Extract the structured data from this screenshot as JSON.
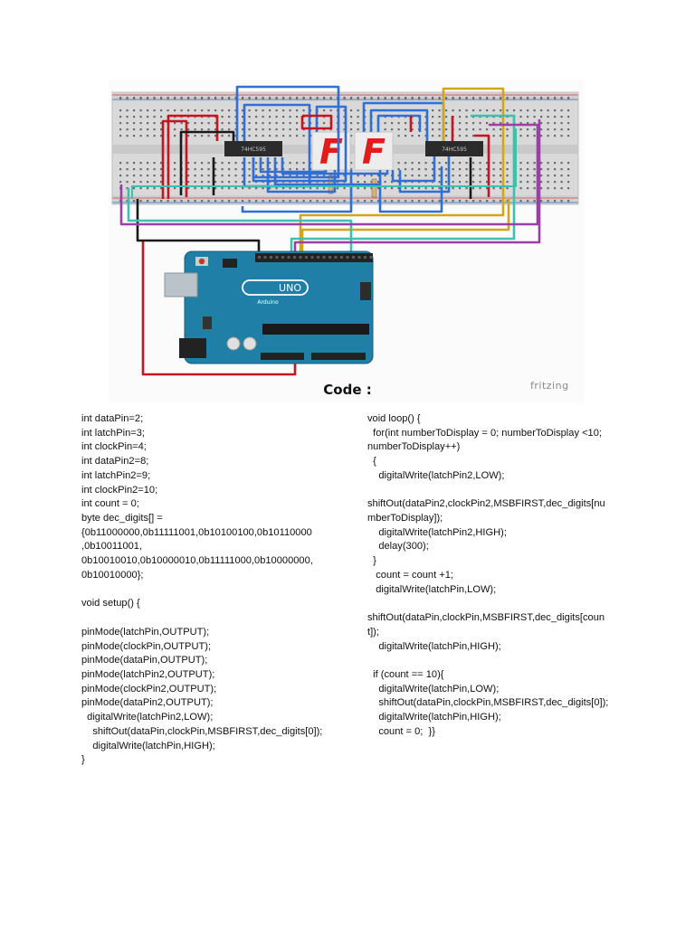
{
  "figure": {
    "heading": "Code :",
    "watermark": "fritzing",
    "chip_labels": [
      "74HC595",
      "74HC595"
    ],
    "display_chars": [
      "F",
      "F"
    ],
    "board_label": "UNO",
    "board_brand": "Arduino",
    "colors": {
      "breadboard": "#d9d9d9",
      "wire_red": "#c8141e",
      "wire_blue": "#2f6fd6",
      "wire_yellow": "#d4a514",
      "wire_teal": "#3fbfb0",
      "wire_purple": "#9a3fa6",
      "wire_black": "#1a1a1a",
      "arduino_blue": "#1f7fa6",
      "segment_red": "#e21b1b"
    }
  },
  "code_left": [
    "int dataPin=2;",
    "int latchPin=3;",
    "int clockPin=4;",
    "int dataPin2=8;",
    "int latchPin2=9;",
    "int clockPin2=10;",
    "int count = 0;",
    "byte dec_digits[] =",
    "{0b11000000,0b11111001,0b10100100,0b10110000",
    ",0b10011001,",
    "0b10010010,0b10000010,0b11111000,0b10000000,",
    "0b10010000};",
    "",
    "void setup() {",
    "",
    "pinMode(latchPin,OUTPUT);",
    "pinMode(clockPin,OUTPUT);",
    "pinMode(dataPin,OUTPUT);",
    "pinMode(latchPin2,OUTPUT);",
    "pinMode(clockPin2,OUTPUT);",
    "pinMode(dataPin2,OUTPUT);",
    "  digitalWrite(latchPin2,LOW);",
    "    shiftOut(dataPin,clockPin,MSBFIRST,dec_digits[0]);",
    "    digitalWrite(latchPin,HIGH);",
    "}"
  ],
  "code_right": [
    "void loop() {",
    "  for(int numberToDisplay = 0; numberToDisplay <10;",
    "numberToDisplay++)",
    "  {",
    "    digitalWrite(latchPin2,LOW);",
    "",
    "shiftOut(dataPin2,clockPin2,MSBFIRST,dec_digits[nu",
    "mberToDisplay]);",
    "    digitalWrite(latchPin2,HIGH);",
    "    delay(300);",
    "  }",
    "   count = count +1;",
    "   digitalWrite(latchPin,LOW);",
    "",
    "shiftOut(dataPin,clockPin,MSBFIRST,dec_digits[coun",
    "t]);",
    "    digitalWrite(latchPin,HIGH);",
    "",
    "  if (count == 10){",
    "    digitalWrite(latchPin,LOW);",
    "    shiftOut(dataPin,clockPin,MSBFIRST,dec_digits[0]);",
    "    digitalWrite(latchPin,HIGH);",
    "    count = 0;  }}"
  ]
}
